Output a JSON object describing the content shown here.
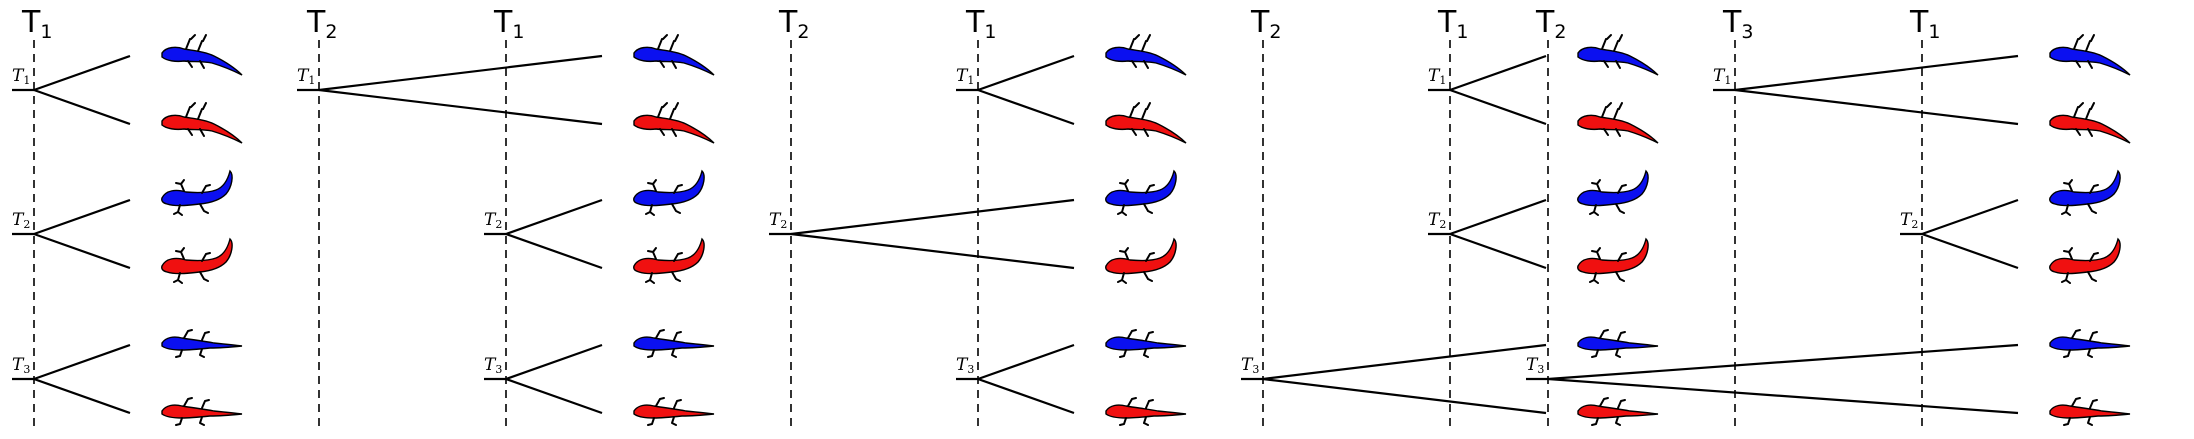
{
  "colors": {
    "blue": "#0b10f0",
    "red": "#f01010",
    "ink": "#000000"
  },
  "icons": {
    "long_tail_lizard": "long-tailed-lizard-icon",
    "gecko": "gecko-icon",
    "thin_lizard": "slender-lizard-icon"
  },
  "panels": [
    {
      "id": "panel-1",
      "tau_lines": [
        {
          "label": "T",
          "sub": "1",
          "line": 1
        }
      ],
      "pairs": [
        {
          "node": "T",
          "sub": "1",
          "root_tau": 1,
          "lizard": "long_tail_lizard"
        },
        {
          "node": "T",
          "sub": "2",
          "root_tau": 1,
          "lizard": "gecko"
        },
        {
          "node": "T",
          "sub": "3",
          "root_tau": 1,
          "lizard": "thin_lizard"
        }
      ]
    },
    {
      "id": "panel-2",
      "tau_lines": [
        {
          "label": "T",
          "sub": "2",
          "line": 2
        },
        {
          "label": "T",
          "sub": "1",
          "line": 1
        }
      ],
      "pairs": [
        {
          "node": "T",
          "sub": "1",
          "root_tau": 2,
          "lizard": "long_tail_lizard"
        },
        {
          "node": "T",
          "sub": "2",
          "root_tau": 1,
          "lizard": "gecko"
        },
        {
          "node": "T",
          "sub": "3",
          "root_tau": 1,
          "lizard": "thin_lizard"
        }
      ]
    },
    {
      "id": "panel-3",
      "tau_lines": [
        {
          "label": "T",
          "sub": "2",
          "line": 2
        },
        {
          "label": "T",
          "sub": "1",
          "line": 1
        }
      ],
      "pairs": [
        {
          "node": "T",
          "sub": "1",
          "root_tau": 1,
          "lizard": "long_tail_lizard"
        },
        {
          "node": "T",
          "sub": "2",
          "root_tau": 2,
          "lizard": "gecko"
        },
        {
          "node": "T",
          "sub": "3",
          "root_tau": 1,
          "lizard": "thin_lizard"
        }
      ]
    },
    {
      "id": "panel-4",
      "tau_lines": [
        {
          "label": "T",
          "sub": "2",
          "line": 2
        },
        {
          "label": "T",
          "sub": "1",
          "line": 1
        }
      ],
      "pairs": [
        {
          "node": "T",
          "sub": "1",
          "root_tau": 1,
          "lizard": "long_tail_lizard"
        },
        {
          "node": "T",
          "sub": "2",
          "root_tau": 1,
          "lizard": "gecko"
        },
        {
          "node": "T",
          "sub": "3",
          "root_tau": 2,
          "lizard": "thin_lizard"
        }
      ]
    },
    {
      "id": "panel-5",
      "tau_lines": [
        {
          "label": "T",
          "sub": "2",
          "line": 3
        },
        {
          "label": "T",
          "sub": "3",
          "line": 2
        },
        {
          "label": "T",
          "sub": "1",
          "line": 1
        }
      ],
      "pairs": [
        {
          "node": "T",
          "sub": "1",
          "root_tau": 2,
          "lizard": "long_tail_lizard"
        },
        {
          "node": "T",
          "sub": "2",
          "root_tau": 1,
          "lizard": "gecko"
        },
        {
          "node": "T",
          "sub": "3",
          "root_tau": 3,
          "lizard": "thin_lizard"
        }
      ]
    }
  ]
}
